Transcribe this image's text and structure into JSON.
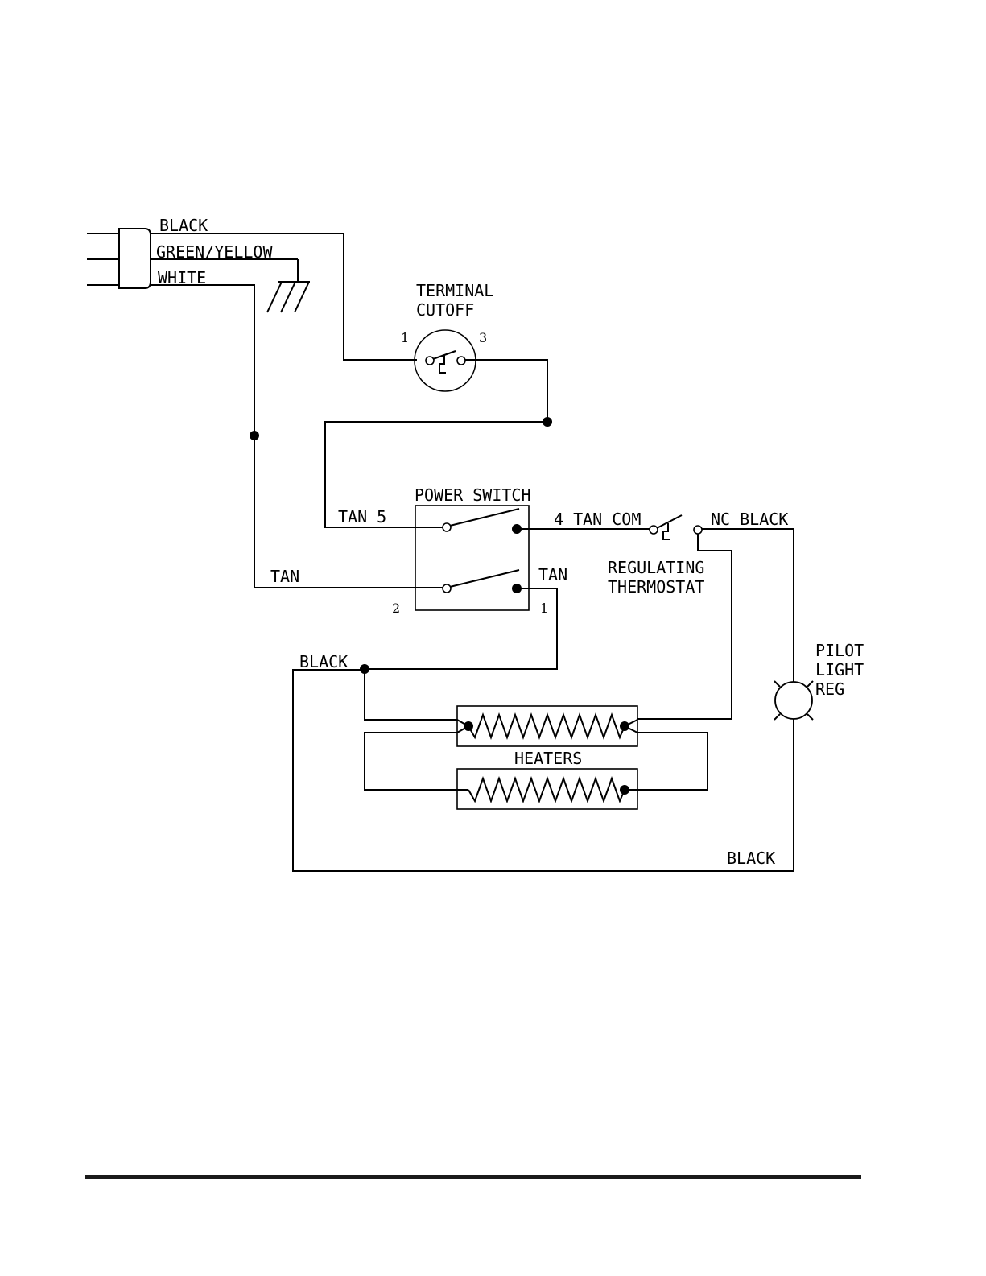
{
  "wire_labels": {
    "black_top": "BLACK",
    "green_yellow": "GREEN/YELLOW",
    "white": "WHITE",
    "tan_5": "TAN 5",
    "tan_left": "TAN",
    "tan_com": "4 TAN COM",
    "nc_black": "NC BLACK",
    "tan_right": "TAN",
    "black_heater": "BLACK",
    "black_bottom": "BLACK"
  },
  "components": {
    "terminal_cutoff": {
      "line1": "TERMINAL",
      "line2": "CUTOFF",
      "pin_left": "1",
      "pin_right": "3"
    },
    "power_switch": {
      "title": "POWER SWITCH",
      "pin_bottom_left": "2",
      "pin_bottom_right": "1"
    },
    "regulating_thermostat": {
      "line1": "REGULATING",
      "line2": "THERMOSTAT"
    },
    "pilot_light": {
      "line1": "PILOT",
      "line2": "LIGHT",
      "line3": "REG"
    },
    "heaters": {
      "label": "HEATERS"
    }
  },
  "colors": {
    "ink": "#000000",
    "background": "#ffffff"
  }
}
